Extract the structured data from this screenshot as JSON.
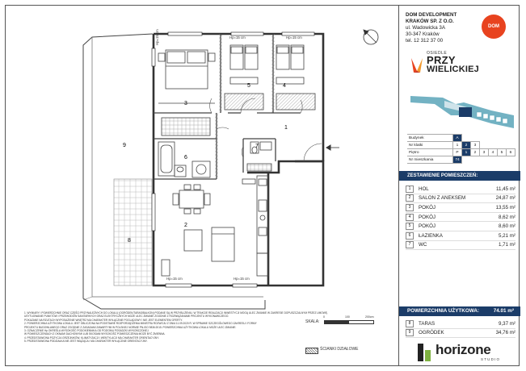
{
  "developer": {
    "name": "DOM DEVELOPMENT",
    "company": "KRAKÓW SP. Z O.O.",
    "street": "ul. Wadowicka 3A",
    "city": "30-347 Kraków",
    "phone": "tel. 12 312 37 00",
    "logo_text": "DOM"
  },
  "project": {
    "line1": "OSIEDLE",
    "line2": "PRZY",
    "line3": "WIELICKIEJ"
  },
  "selector": {
    "rows": [
      {
        "label": "Budynek",
        "values": [
          "A"
        ],
        "active": 0
      },
      {
        "label": "Nr klatki",
        "values": [
          "1",
          "2",
          "3"
        ],
        "active": 1
      },
      {
        "label": "Piętro",
        "values": [
          "P",
          "1",
          "2",
          "3",
          "4",
          "5",
          "6"
        ],
        "active": 1
      },
      {
        "label": "Nr mieszkania",
        "values": [
          "74"
        ],
        "active": 0
      }
    ]
  },
  "rooms_header": "ZESTAWIENIE POMIESZCZEŃ:",
  "rooms": [
    {
      "num": "1",
      "name": "HOL",
      "area": "11,45 m²"
    },
    {
      "num": "2",
      "name": "SALON Z ANEKSEM",
      "area": "24,87 m²"
    },
    {
      "num": "3",
      "name": "POKÓJ",
      "area": "13,55 m²"
    },
    {
      "num": "4",
      "name": "POKÓJ",
      "area": "8,62 m²"
    },
    {
      "num": "5",
      "name": "POKÓJ",
      "area": "8,60 m²"
    },
    {
      "num": "6",
      "name": "ŁAZIENKA",
      "area": "5,21 m²"
    },
    {
      "num": "7",
      "name": "WC",
      "area": "1,71 m²"
    }
  ],
  "usable_area": {
    "label": "POWIERZCHNIA UŻYTKOWA:",
    "value": "74.01 m²"
  },
  "extra": [
    {
      "num": "8",
      "name": "TARAS",
      "area": "9,37 m²"
    },
    {
      "num": "9",
      "name": "OGRÓDEK",
      "area": "34,76 m²"
    }
  ],
  "brand": {
    "name": "horizone",
    "sub": "STUDIO"
  },
  "scale": {
    "label": "SKALA:",
    "ticks": [
      "0",
      "100",
      "200cm"
    ]
  },
  "walls_legend": "ŚCIANKI DZIAŁOWE",
  "hp_labels": [
    "Hp=15 cm",
    "Hp=15 cm",
    "Hp=15 cm",
    "Hp=15 cm",
    "Hp=15 cm"
  ],
  "plan_rooms": [
    "1",
    "2",
    "3",
    "4",
    "5",
    "6",
    "7",
    "8",
    "9"
  ],
  "notes": [
    "1. WYMIARY I POWIERZCHNIE ORAZ CZĘŚCI PRZYNALEŻNYCH DO LOKALU (OGRÓDEK/TARAS/BALKON) PODANE SĄ W PRZYBLIŻENIU. W TRAKCIE REALIZACJI INWESTYCJI MOGĄ ULEC ZMIANIE W ZAKRESIE DOPUSZCZALNYM PRZEZ UMOWĘ.",
    "   USYTUOWANIE PUNKTÓW I PRZEWODÓW SANITARNYCH ORAZ ELEKTRYCZNYCH MOŻE ULEC ZMIANIE ZGODNIE Z ROZWIĄZANIAMI PROJEKTU WYKONAWCZEGO.",
    "   POKAZANE NA RZUTACH WYPOSAŻENIE WNĘTRZ MA CHARAKTER WYŁĄCZNIE POGLĄDOWY I NIE JEST ELEMENTEM OFERTY.",
    "2. POWIERZCHNIA UŻYTKOWA LOKALU JEST OBLICZONA NA PODSTAWIE ROZPORZĄDZENIA MINISTRA ROZWOJU Z DNIA 11.09.2020 R. W SPRAWIE SZCZEGÓŁOWEGO ZAKRESU I FORMY",
    "   PROJEKTU BUDOWLANEGO ORAZ ZGODNIE Z ZASADAMI ZAWARTYMI W POLSKIEJ NORMIE PN-ISO 9836:2015. POWIERZCHNIA UŻYTKOWA LOKALU MOŻE ULEC ZMIANIE.",
    "3. OZNACZENIE Hp OKREŚLA WYSOKOŚĆ PODOKIENNIKA OD POZIOMU POSADZKI WYKOŃCZONEJ.",
    "   W POMIESZCZENIACH Z OKNAMI DACHOWYMI LUB SKOSAMI WYSOKOŚĆ POMIESZCZENIA MOŻE BYĆ ZMIENNA.",
    "4. PRZEDSTAWIONA POZYCJA GRZEJNIKÓW, KLIMATYZACJI I WENTYLACJI MA CHARAKTER ORIENTACYJNY.",
    "5. PRZEDSTAWIONA PODZIAŁKA NIE JEST WIĄŻĄCA I MA CHARAKTER WYŁĄCZNIE ORIENTACYJNY."
  ]
}
